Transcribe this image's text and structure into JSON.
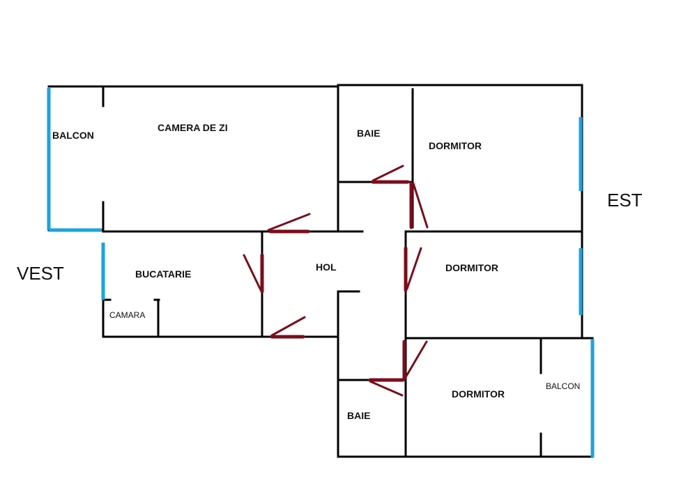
{
  "compass": {
    "west": "VEST",
    "east": "EST"
  },
  "rooms": {
    "balcon_west": "BALCON",
    "camera_de_zi": "CAMERA DE ZI",
    "baie_top": "BAIE",
    "dormitor_top": "DORMITOR",
    "bucatarie": "BUCATARIE",
    "camara": "CAMARA",
    "hol": "HOL",
    "dormitor_middle": "DORMITOR",
    "dormitor_bottom": "DORMITOR",
    "balcon_east": "BALCON",
    "baie_bottom": "BAIE"
  },
  "colors": {
    "wall": "#000000",
    "window": "#1aa3e0",
    "door": "#7a0d1c",
    "background": "#ffffff"
  }
}
